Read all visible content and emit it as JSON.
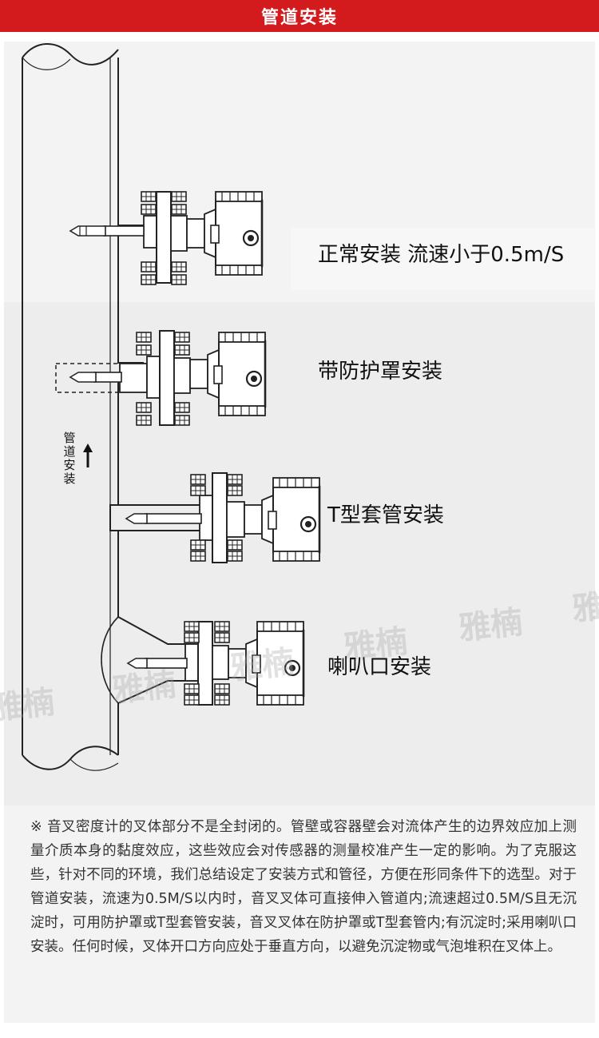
{
  "header": {
    "title": "管道安装"
  },
  "labels": {
    "normal": "正常安装 流速小于0.5m/S",
    "shield": "带防护罩安装",
    "tee": "T型套管安装",
    "horn": "喇叭口安装",
    "pipe_vertical": "管道安装"
  },
  "watermark": {
    "text": "雅楠"
  },
  "note": "※ 音叉密度计的叉体部分不是全封闭的。管壁或容器壁会对流体产生的边界效应加上测量介质本身的黏度效应，这些效应会对传感器的测量校准产生一定的影响。为了克服这些，针对不同的环境，我们总结设定了安装方式和管径，方便在形同条件下的选型。对于管道安装，流速为0.5M/S以内时，音叉叉体可直接伸入管道内;流速超过0.5M/S且无沉淀时，可用防护罩或T型套管安装，音叉叉体在防护罩或T型套管内;有沉淀时;采用喇叭口安装。任何时候，叉体开口方向应处于垂直方向，以避免沉淀物或气泡堆积在叉体上。",
  "colors": {
    "header_bg": "#d31a1d",
    "line": "#222222",
    "panel_bg": "#f3f3f3"
  },
  "icons": {
    "flow_arrow": "arrow-up-icon"
  }
}
